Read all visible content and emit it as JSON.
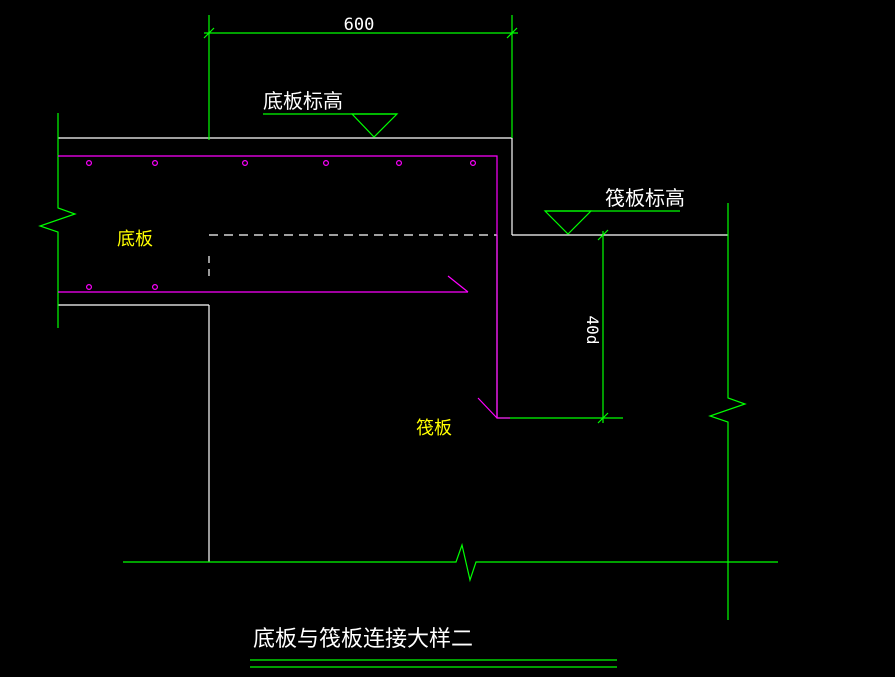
{
  "colors": {
    "background": "#000000",
    "concrete": "#ffffff",
    "dimension": "#00ff00",
    "rebar": "#ff00ff",
    "label": "#ffff00"
  },
  "dimensions": {
    "top_width": "600",
    "raft_depth": "40d"
  },
  "labels": {
    "base_slab_elevation": "底板标高",
    "raft_elevation": "筏板标高",
    "base_slab": "底板",
    "raft": "筏板"
  },
  "title": "底板与筏板连接大样二"
}
